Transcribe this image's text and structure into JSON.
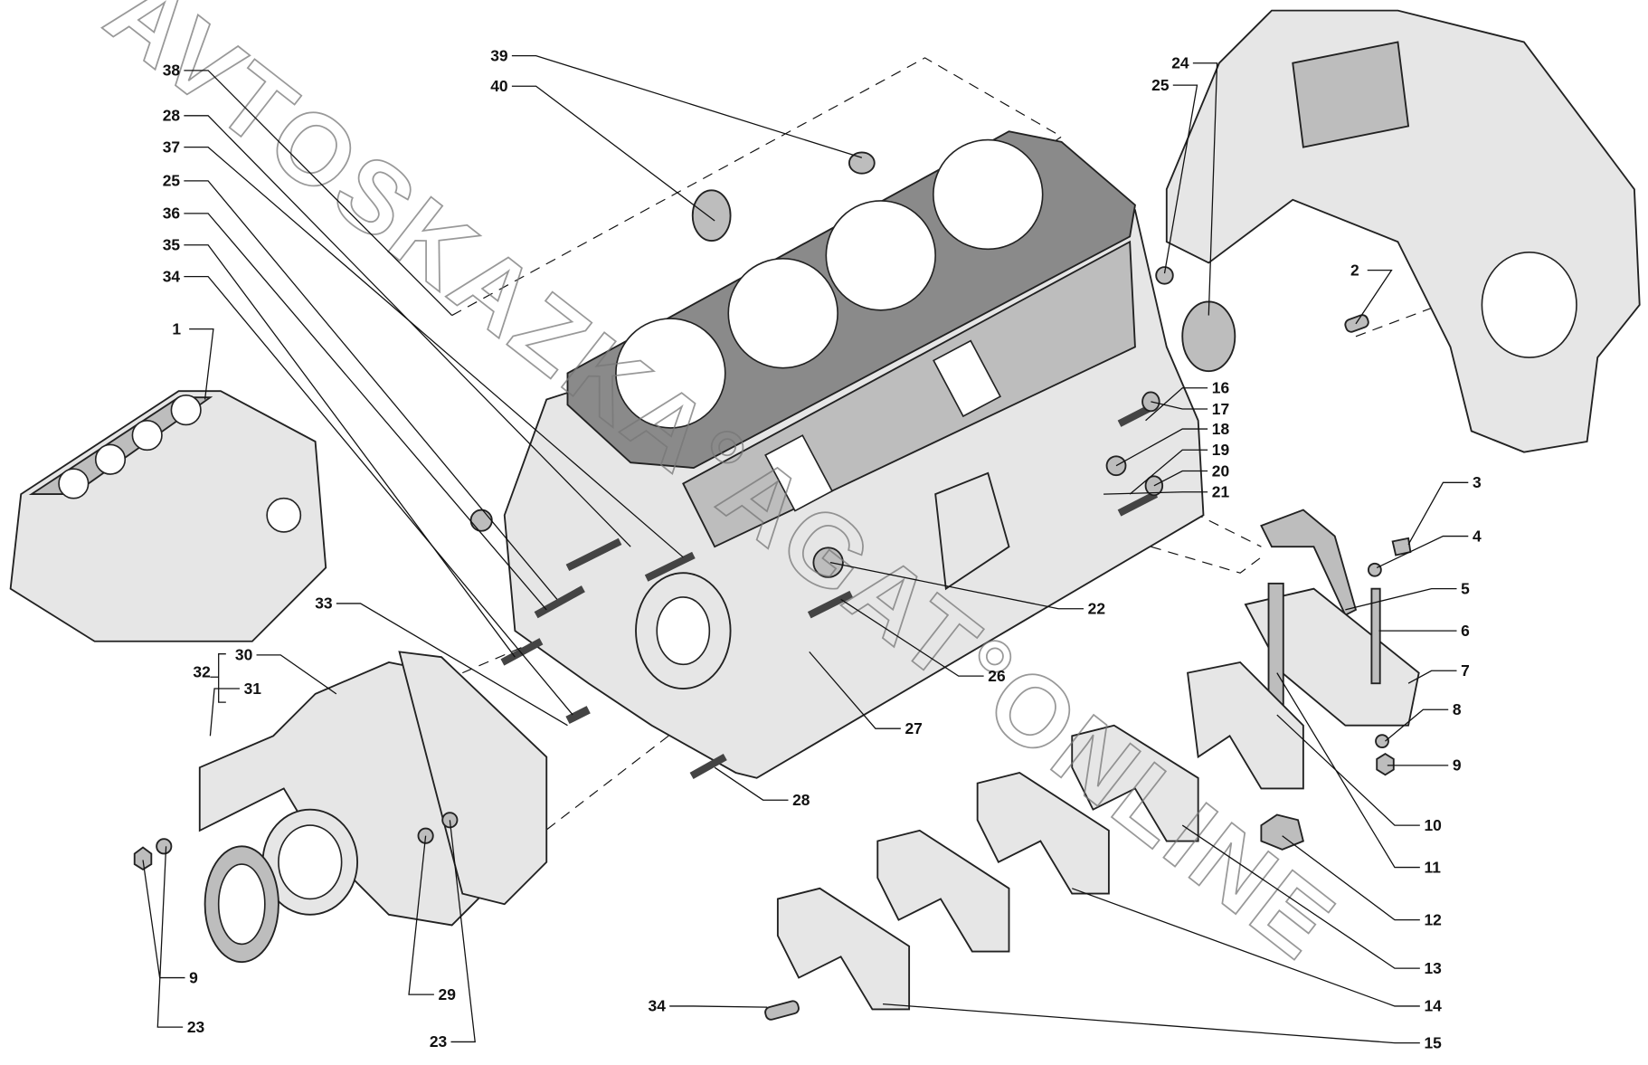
{
  "watermark": "AVTOSKAZKA°AGAT°ONLINE",
  "callouts": [
    "39",
    "40",
    "38",
    "28",
    "37",
    "25",
    "36",
    "35",
    "34",
    "1",
    "33",
    "30",
    "32",
    "31",
    "9",
    "23",
    "29",
    "23",
    "24",
    "25",
    "2",
    "16",
    "17",
    "18",
    "19",
    "20",
    "21",
    "3",
    "4",
    "5",
    "6",
    "7",
    "8",
    "9",
    "10",
    "11",
    "12",
    "13",
    "14",
    "15",
    "34",
    "28",
    "27",
    "26",
    "22"
  ]
}
